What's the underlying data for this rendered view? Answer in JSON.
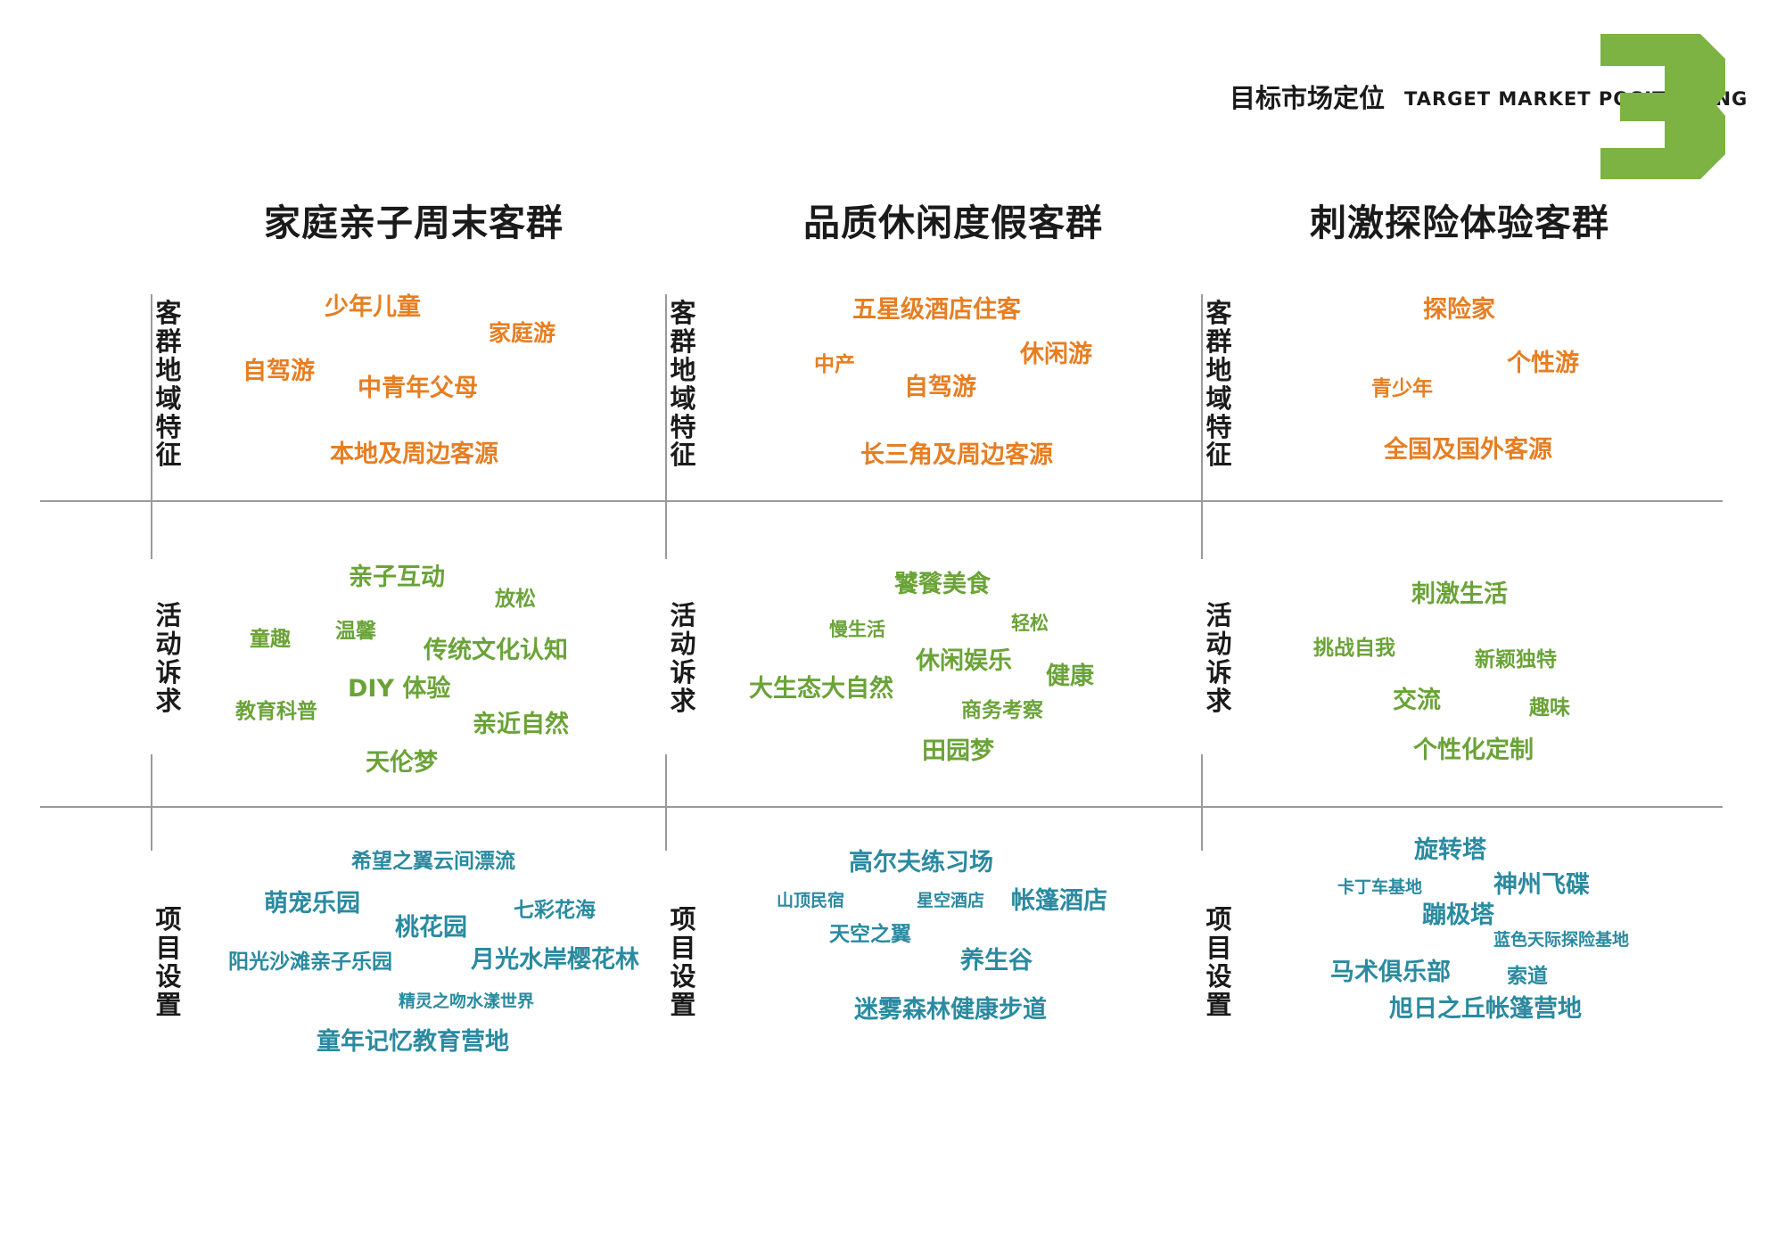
{
  "header": {
    "title_cn": "目标市场定位",
    "title_en": "TARGET MARKET POSITIONING",
    "section_number": "3",
    "accent_color": "#7cb342"
  },
  "columns": [
    {
      "title": "家庭亲子周末客群"
    },
    {
      "title": "品质休闲度假客群"
    },
    {
      "title": "刺激探险体验客群"
    }
  ],
  "row_labels": [
    "客群地域特征",
    "活动诉求",
    "项目设置"
  ],
  "colors": {
    "orange": "#e67e22",
    "green": "#6aa337",
    "teal": "#2a8aa0"
  },
  "cells": {
    "r1c1": [
      "少年儿童",
      "家庭游",
      "自驾游",
      "中青年父母",
      "本地及周边客源"
    ],
    "r1c2": [
      "五星级酒店住客",
      "休闲游",
      "中产",
      "自驾游",
      "长三角及周边客源"
    ],
    "r1c3": [
      "探险家",
      "个性游",
      "青少年",
      "全国及国外客源"
    ],
    "r2c1": [
      "亲子互动",
      "放松",
      "童趣",
      "温馨",
      "传统文化认知",
      "DIY 体验",
      "教育科普",
      "亲近自然",
      "天伦梦"
    ],
    "r2c2": [
      "饕餮美食",
      "慢生活",
      "轻松",
      "休闲娱乐",
      "健康",
      "大生态大自然",
      "商务考察",
      "田园梦"
    ],
    "r2c3": [
      "刺激生活",
      "挑战自我",
      "新颖独特",
      "交流",
      "趣味",
      "个性化定制"
    ],
    "r3c1": [
      "希望之翼云间漂流",
      "萌宠乐园",
      "七彩花海",
      "桃花园",
      "阳光沙滩亲子乐园",
      "月光水岸樱花林",
      "精灵之吻水漾世界",
      "童年记忆教育营地"
    ],
    "r3c2": [
      "高尔夫练习场",
      "山顶民宿",
      "星空酒店",
      "帐篷酒店",
      "天空之翼",
      "养生谷",
      "迷雾森林健康步道"
    ],
    "r3c3": [
      "旋转塔",
      "卡丁车基地",
      "神州飞碟",
      "蹦极塔",
      "蓝色天际探险基地",
      "马术俱乐部",
      "索道",
      "旭日之丘帐篷营地"
    ]
  }
}
